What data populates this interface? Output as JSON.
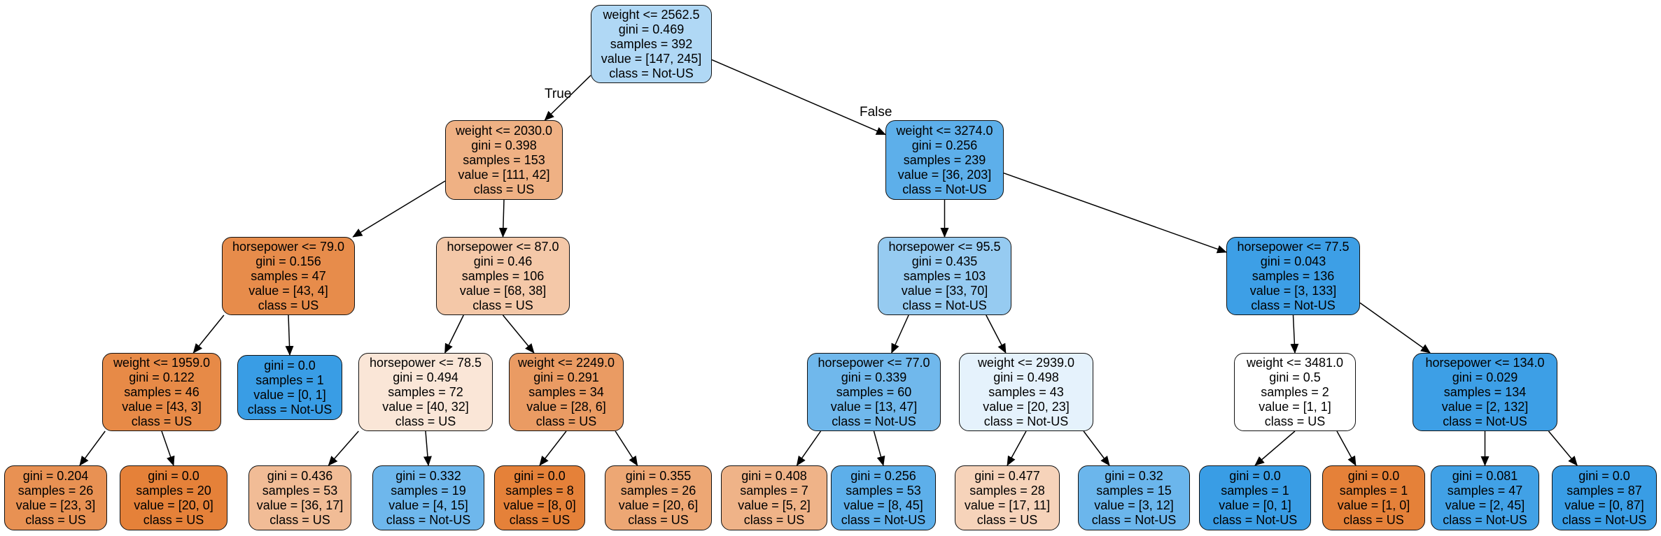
{
  "colors": {
    "us": "#e58139",
    "not_us": "#399de5",
    "edge": "#000000"
  },
  "edge_labels": {
    "true_label": "True",
    "false_label": "False"
  },
  "nodes": [
    {
      "id": "n0",
      "lines": [
        "weight <= 2562.5",
        "gini = 0.469",
        "samples = 392",
        "value = [147, 245]",
        "class = Not-US"
      ],
      "cls": "Not-US",
      "purity": 0.4,
      "parent": null
    },
    {
      "id": "n1",
      "lines": [
        "weight <= 2030.0",
        "gini = 0.398",
        "samples = 153",
        "value = [111, 42]",
        "class = US"
      ],
      "cls": "US",
      "purity": 0.62,
      "parent": "n0"
    },
    {
      "id": "n2",
      "lines": [
        "weight <= 3274.0",
        "gini = 0.256",
        "samples = 239",
        "value = [36, 203]",
        "class = Not-US"
      ],
      "cls": "Not-US",
      "purity": 0.82,
      "parent": "n0"
    },
    {
      "id": "n3",
      "lines": [
        "horsepower <= 79.0",
        "gini = 0.156",
        "samples = 47",
        "value = [43, 4]",
        "class = US"
      ],
      "cls": "US",
      "purity": 0.91,
      "parent": "n1"
    },
    {
      "id": "n4",
      "lines": [
        "horsepower <= 87.0",
        "gini = 0.46",
        "samples = 106",
        "value = [68, 38]",
        "class = US"
      ],
      "cls": "US",
      "purity": 0.44,
      "parent": "n1"
    },
    {
      "id": "n5",
      "lines": [
        "horsepower <= 95.5",
        "gini = 0.435",
        "samples = 103",
        "value = [33, 70]",
        "class = Not-US"
      ],
      "cls": "Not-US",
      "purity": 0.53,
      "parent": "n2"
    },
    {
      "id": "n6",
      "lines": [
        "horsepower <= 77.5",
        "gini = 0.043",
        "samples = 136",
        "value = [3, 133]",
        "class = Not-US"
      ],
      "cls": "Not-US",
      "purity": 0.98,
      "parent": "n2"
    },
    {
      "id": "n7",
      "lines": [
        "weight <= 1959.0",
        "gini = 0.122",
        "samples = 46",
        "value = [43, 3]",
        "class = US"
      ],
      "cls": "US",
      "purity": 0.93,
      "parent": "n3"
    },
    {
      "id": "n8",
      "lines": [
        "gini = 0.0",
        "samples = 1",
        "value = [0, 1]",
        "class = Not-US"
      ],
      "cls": "Not-US",
      "purity": 1.0,
      "parent": "n3"
    },
    {
      "id": "n9",
      "lines": [
        "horsepower <= 78.5",
        "gini = 0.494",
        "samples = 72",
        "value = [40, 32]",
        "class = US"
      ],
      "cls": "US",
      "purity": 0.2,
      "parent": "n4"
    },
    {
      "id": "n10",
      "lines": [
        "weight <= 2249.0",
        "gini = 0.291",
        "samples = 34",
        "value = [28, 6]",
        "class = US"
      ],
      "cls": "US",
      "purity": 0.79,
      "parent": "n4"
    },
    {
      "id": "n11",
      "lines": [
        "horsepower <= 77.0",
        "gini = 0.339",
        "samples = 60",
        "value = [13, 47]",
        "class = Not-US"
      ],
      "cls": "Not-US",
      "purity": 0.72,
      "parent": "n5"
    },
    {
      "id": "n12",
      "lines": [
        "weight <= 2939.0",
        "gini = 0.498",
        "samples = 43",
        "value = [20, 23]",
        "class = Not-US"
      ],
      "cls": "Not-US",
      "purity": 0.13,
      "parent": "n5"
    },
    {
      "id": "n13",
      "lines": [
        "weight <= 3481.0",
        "gini = 0.5",
        "samples = 2",
        "value = [1, 1]",
        "class = US"
      ],
      "cls": "US",
      "purity": 0.0,
      "parent": "n6"
    },
    {
      "id": "n14",
      "lines": [
        "horsepower <= 134.0",
        "gini = 0.029",
        "samples = 134",
        "value = [2, 132]",
        "class = Not-US"
      ],
      "cls": "Not-US",
      "purity": 0.98,
      "parent": "n6"
    },
    {
      "id": "n15",
      "lines": [
        "gini = 0.204",
        "samples = 26",
        "value = [23, 3]",
        "class = US"
      ],
      "cls": "US",
      "purity": 0.87,
      "parent": "n7"
    },
    {
      "id": "n16",
      "lines": [
        "gini = 0.0",
        "samples = 20",
        "value = [20, 0]",
        "class = US"
      ],
      "cls": "US",
      "purity": 1.0,
      "parent": "n7"
    },
    {
      "id": "n17",
      "lines": [
        "gini = 0.436",
        "samples = 53",
        "value = [36, 17]",
        "class = US"
      ],
      "cls": "US",
      "purity": 0.53,
      "parent": "n9"
    },
    {
      "id": "n18",
      "lines": [
        "gini = 0.332",
        "samples = 19",
        "value = [4, 15]",
        "class = Not-US"
      ],
      "cls": "Not-US",
      "purity": 0.73,
      "parent": "n9"
    },
    {
      "id": "n19",
      "lines": [
        "gini = 0.0",
        "samples = 8",
        "value = [8, 0]",
        "class = US"
      ],
      "cls": "US",
      "purity": 1.0,
      "parent": "n10"
    },
    {
      "id": "n20",
      "lines": [
        "gini = 0.355",
        "samples = 26",
        "value = [20, 6]",
        "class = US"
      ],
      "cls": "US",
      "purity": 0.7,
      "parent": "n10"
    },
    {
      "id": "n21",
      "lines": [
        "gini = 0.408",
        "samples = 7",
        "value = [5, 2]",
        "class = US"
      ],
      "cls": "US",
      "purity": 0.6,
      "parent": "n11"
    },
    {
      "id": "n22",
      "lines": [
        "gini = 0.256",
        "samples = 53",
        "value = [8, 45]",
        "class = Not-US"
      ],
      "cls": "Not-US",
      "purity": 0.82,
      "parent": "n11"
    },
    {
      "id": "n23",
      "lines": [
        "gini = 0.477",
        "samples = 28",
        "value = [17, 11]",
        "class = US"
      ],
      "cls": "US",
      "purity": 0.35,
      "parent": "n12"
    },
    {
      "id": "n24",
      "lines": [
        "gini = 0.32",
        "samples = 15",
        "value = [3, 12]",
        "class = Not-US"
      ],
      "cls": "Not-US",
      "purity": 0.75,
      "parent": "n12"
    },
    {
      "id": "n25",
      "lines": [
        "gini = 0.0",
        "samples = 1",
        "value = [0, 1]",
        "class = Not-US"
      ],
      "cls": "Not-US",
      "purity": 1.0,
      "parent": "n13"
    },
    {
      "id": "n26",
      "lines": [
        "gini = 0.0",
        "samples = 1",
        "value = [1, 0]",
        "class = US"
      ],
      "cls": "US",
      "purity": 1.0,
      "parent": "n13"
    },
    {
      "id": "n27",
      "lines": [
        "gini = 0.081",
        "samples = 47",
        "value = [2, 45]",
        "class = Not-US"
      ],
      "cls": "Not-US",
      "purity": 0.96,
      "parent": "n14"
    },
    {
      "id": "n28",
      "lines": [
        "gini = 0.0",
        "samples = 87",
        "value = [0, 87]",
        "class = Not-US"
      ],
      "cls": "Not-US",
      "purity": 1.0,
      "parent": "n14"
    }
  ]
}
